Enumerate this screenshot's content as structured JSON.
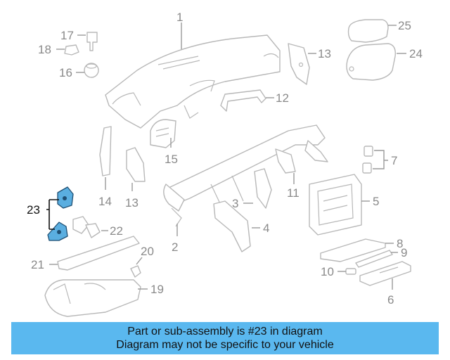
{
  "diagram": {
    "callouts": [
      "1",
      "2",
      "3",
      "4",
      "5",
      "6",
      "7",
      "8",
      "9",
      "10",
      "11",
      "12",
      "13",
      "13",
      "14",
      "15",
      "16",
      "17",
      "18",
      "19",
      "20",
      "21",
      "22",
      "23",
      "24",
      "25"
    ],
    "highlight_callout": "23",
    "highlight_color": "#5aaee0"
  },
  "banner": {
    "line1": "Part or sub-assembly is #23 in diagram",
    "line2": "Diagram may not be specific to your vehicle",
    "background": "#5ab8ef"
  }
}
